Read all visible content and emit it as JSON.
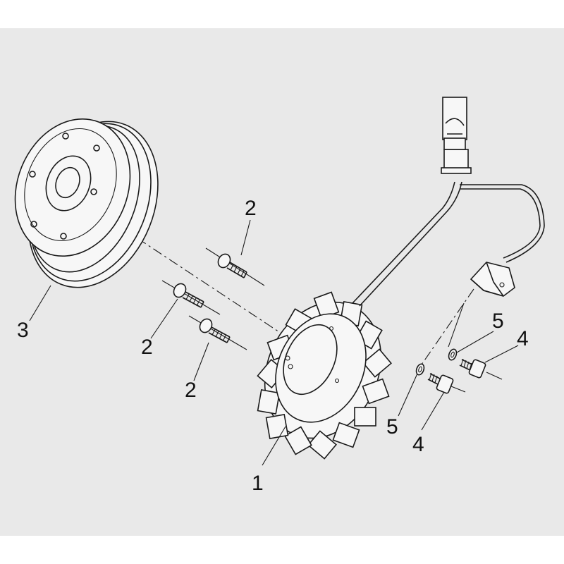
{
  "colors": {
    "background": "#ffffff",
    "panel": "#e9e9e9",
    "ink": "#1a1a1a"
  },
  "callouts": [
    {
      "id": "stator",
      "text": "1"
    },
    {
      "id": "screw-a",
      "text": "2"
    },
    {
      "id": "screw-b",
      "text": "2"
    },
    {
      "id": "screw-c",
      "text": "2"
    },
    {
      "id": "flywheel",
      "text": "3"
    },
    {
      "id": "bolt-upper",
      "text": "4"
    },
    {
      "id": "bolt-lower",
      "text": "4"
    },
    {
      "id": "washer-upper",
      "text": "5"
    },
    {
      "id": "washer-lower",
      "text": "5"
    }
  ]
}
